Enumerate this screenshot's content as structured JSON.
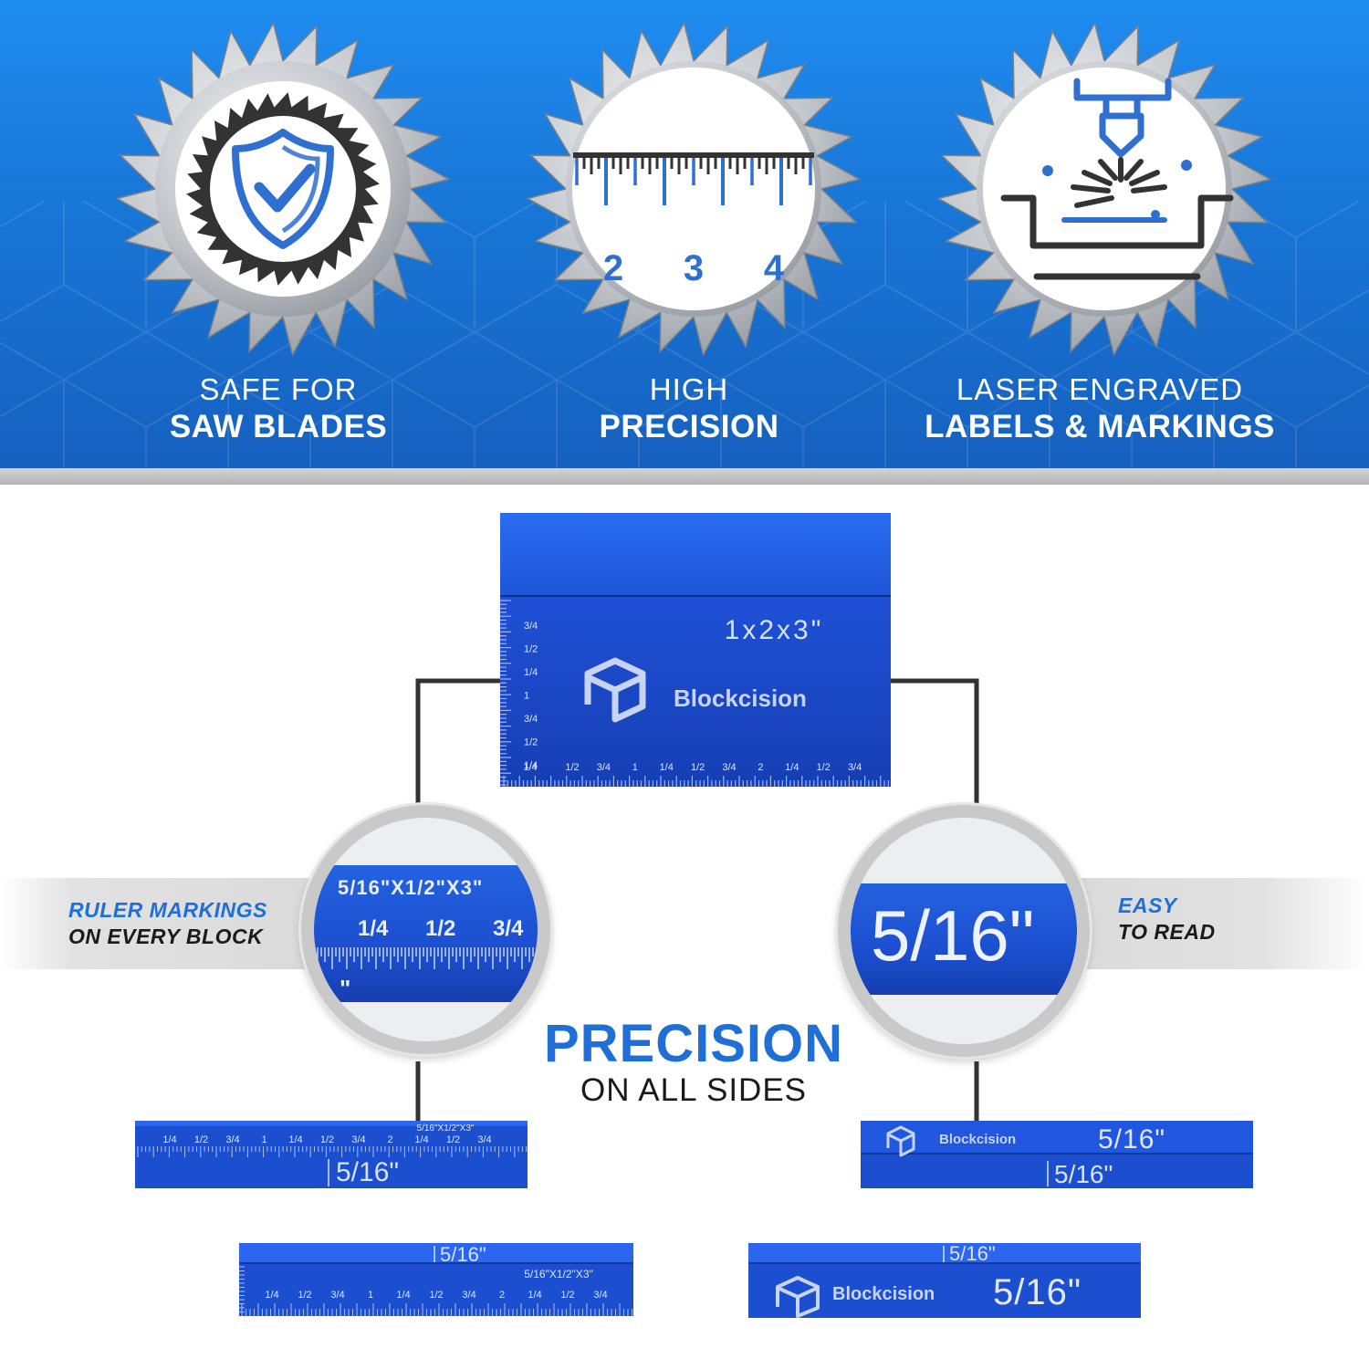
{
  "colors": {
    "banner_blue": "#1876d6",
    "icon_blue": "#2f6fcf",
    "block_blue": "#1b4fd0",
    "accent_blue": "#1f6fd6",
    "text_dark": "#1a1a1a",
    "blade_gray": "#c4c8cc"
  },
  "features": [
    {
      "icon": "shield-check-icon",
      "line1": "SAFE FOR",
      "line2": "SAW BLADES"
    },
    {
      "icon": "ruler-icon",
      "line1": "HIGH",
      "line2": "PRECISION",
      "ruler_numbers": [
        "2",
        "3",
        "4"
      ]
    },
    {
      "icon": "laser-engraving-icon",
      "line1": "LASER ENGRAVED",
      "line2": "LABELS & MARKINGS"
    }
  ],
  "main_block": {
    "size_label": "1x2x3\"",
    "brand": "Blockcision",
    "side_ticks": [
      "3/4",
      "1/2",
      "1/4",
      "1",
      "3/4",
      "1/2",
      "1/4"
    ],
    "bottom_ticks": [
      "1/2",
      "3/4",
      "1",
      "1/4",
      "1/2",
      "3/4",
      "2",
      "1/4",
      "1/2",
      "3/4"
    ]
  },
  "callouts": {
    "left": {
      "line1": "RULER MARKINGS",
      "line2": "ON EVERY BLOCK"
    },
    "right": {
      "line1": "EASY",
      "line2": "TO READ"
    }
  },
  "lens_left": {
    "size_label": "5/16\"X1/2\"X3\"",
    "ticks": [
      "1/4",
      "1/2",
      "3/4"
    ],
    "edge_mark": "\""
  },
  "lens_right": {
    "label": "5/16\""
  },
  "headline": {
    "line1": "PRECISION",
    "line2": "ON ALL SIDES"
  },
  "small_blocks": {
    "top_left": {
      "size_label": "5/16\"X1/2\"X3\"",
      "ticks": [
        "1/4",
        "1/2",
        "3/4",
        "1",
        "1/4",
        "1/2",
        "3/4",
        "2",
        "1/4",
        "1/2",
        "3/4"
      ],
      "thickness": "5/16\""
    },
    "top_right": {
      "brand": "Blockcision",
      "label": "5/16\"",
      "thickness": "5/16\""
    },
    "bottom_left": {
      "size_label": "5/16\"X1/2\"X3\"",
      "ticks": [
        "1/4",
        "1/2",
        "3/4",
        "1",
        "1/4",
        "1/2",
        "3/4",
        "2",
        "1/4",
        "1/2",
        "3/4"
      ],
      "thickness": "5/16\""
    },
    "bottom_right": {
      "brand": "Blockcision",
      "label": "5/16\"",
      "thickness": "5/16\""
    }
  }
}
